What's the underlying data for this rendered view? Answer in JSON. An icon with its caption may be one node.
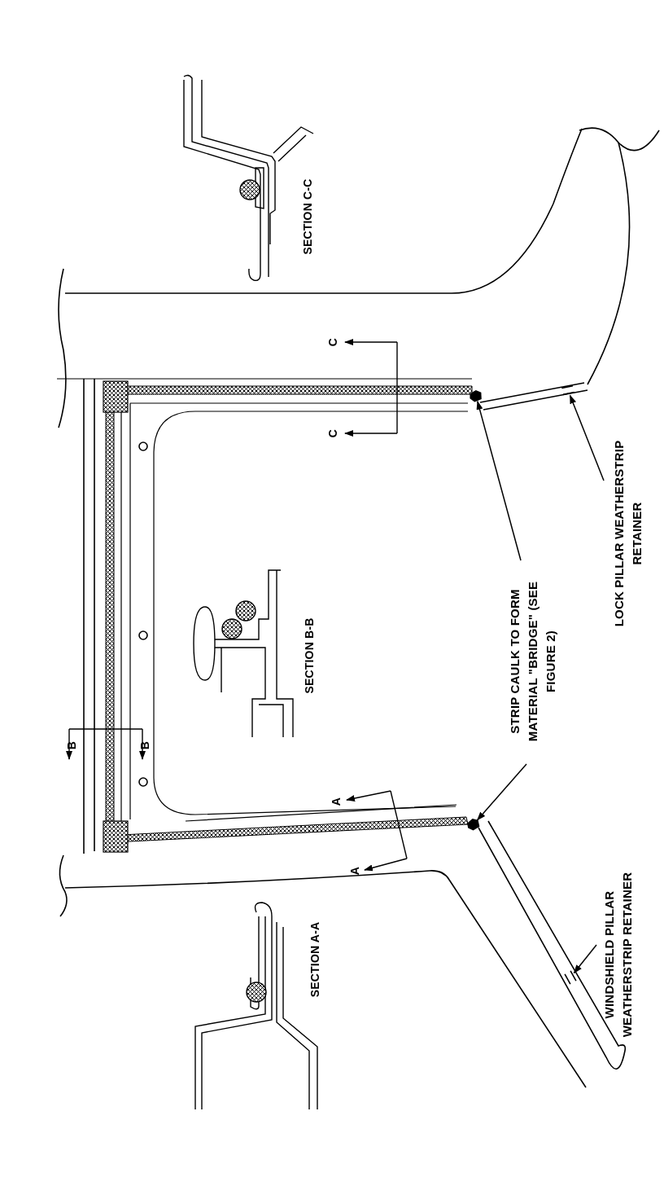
{
  "diagram": {
    "nodes": [
      {
        "text": [
          "STRIP CAULK TO FORM MATERIAL \"BRIDGE\" (SEE FIGURE 2)"
        ]
      },
      {
        "text": [],
        "shape": "blob"
      },
      {
        "text": [],
        "shape": "blob"
      },
      {
        "text": [
          "LOCK PILLAR WEATHERSTRIP RETAINER"
        ]
      },
      {
        "text": [],
        "shape": "bar"
      },
      {
        "text": [
          "WINDSHIELD PILLAR WEATHERSTRIP RETAINER"
        ]
      },
      {
        "text": [],
        "shape": "bar"
      }
    ],
    "edges": [
      {
        "from": 0,
        "to": 1,
        "arrow": "to"
      },
      {
        "from": 0,
        "to": 2,
        "arrow": "to"
      },
      {
        "from": 3,
        "to": 4,
        "arrow": "to"
      },
      {
        "from": 5,
        "to": 6,
        "arrow": "to"
      }
    ],
    "labels": [
      "SECTION C-C",
      "C",
      "C",
      "B",
      "B",
      "SECTION B-B",
      "A",
      "A",
      "SECTION A-A"
    ]
  }
}
